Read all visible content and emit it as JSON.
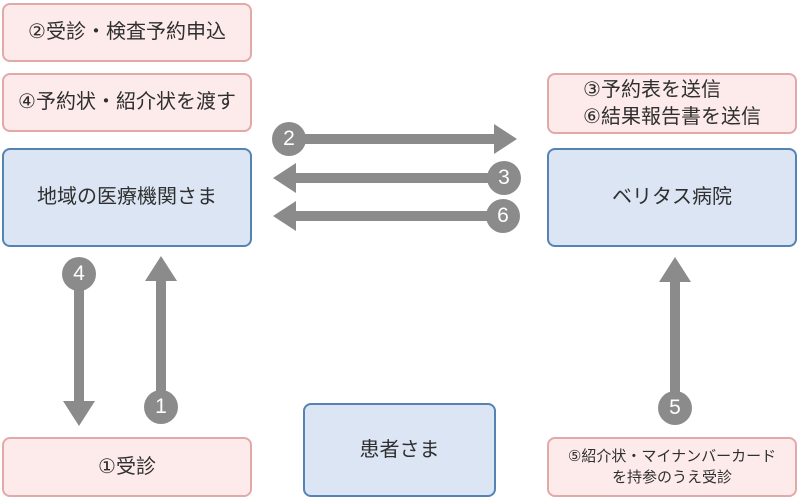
{
  "theme": {
    "pink-fill": "#fcebea",
    "pink-border": "#e3a9a8",
    "blue-fill": "#dbe5f4",
    "blue-border": "#5583b3",
    "arrow-gray": "#8b8b8b",
    "badge-text": "#ffffff",
    "text-color": "#2f2f2f",
    "background": "#ffffff"
  },
  "diagram": {
    "boxes": {
      "appointment": {
        "label": "②受診・検査予約申込"
      },
      "handover": {
        "label": "④予約状・紹介状を渡す"
      },
      "clinic": {
        "label": "地域の医療機関さま"
      },
      "notice": {
        "line1": "③予約表を送信",
        "line2": "⑥結果報告書を送信"
      },
      "hospital": {
        "label": "ベリタス病院"
      },
      "visit": {
        "label": "①受診"
      },
      "patient": {
        "label": "患者さま"
      },
      "bring": {
        "line1": "⑤紹介状・マイナンバーカード",
        "line2": "を持参のうえ受診"
      }
    },
    "badges": {
      "step1": "1",
      "step2": "2",
      "step3": "3",
      "step4": "4",
      "step5": "5",
      "step6": "6"
    }
  }
}
